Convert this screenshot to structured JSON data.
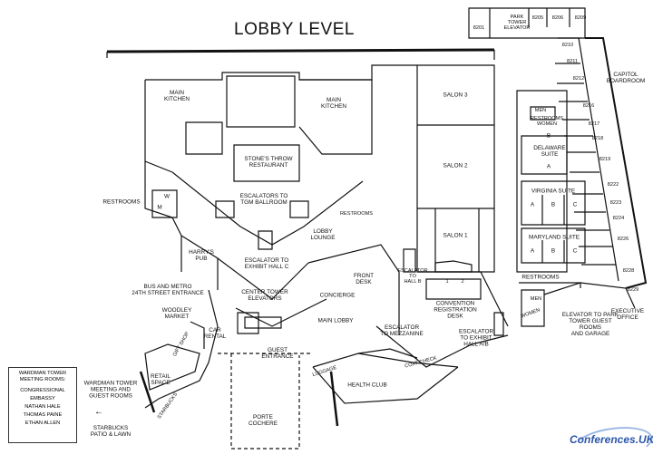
{
  "title": "LOBBY LEVEL",
  "rooms": {
    "r8201": "8201",
    "park_tower_elevator": "PARK\nTOWER\nELEVATOR",
    "r8205": "8205",
    "r8206": "8206",
    "r8209": "8209",
    "r8210": "8210",
    "r8211": "8211",
    "r8212": "8212",
    "capitol_boardroom": "CAPITOL\nBOARDROOM",
    "r8216": "8216",
    "r8217": "8217",
    "r8218": "8218",
    "r8219": "8219",
    "r8222": "8222",
    "r8223": "8223",
    "r8224": "8224",
    "r8226": "8226",
    "r8228": "8228",
    "r8229": "8229",
    "men_top": "MEN",
    "restrooms_women": "RESTROOMS\nWOMEN",
    "delaware_b": "B",
    "delaware": "DELAWARE\nSUITE",
    "delaware_a": "A",
    "virginia": "VIRGINIA SUITE",
    "virginia_a": "A",
    "virginia_b": "B",
    "virginia_c": "C",
    "maryland": "MARYLAND SUITE",
    "maryland_a": "A",
    "maryland_b": "B",
    "maryland_c": "C",
    "restrooms_right": "RESTROOMS",
    "men_bottom": "MEN",
    "women_bottom": "WOMEN",
    "executive_office": "EXECUTIVE\nOFFICE",
    "elevator_park": "ELEVATOR TO PARK\nTOWER GUEST ROOMS\nAND GARAGE",
    "salon3": "SALON 3",
    "salon2": "SALON 2",
    "salon1": "SALON 1",
    "main_kitchen_left": "MAIN\nKITCHEN",
    "main_kitchen_right": "MAIN\nKITCHEN",
    "stones_throw": "STONE'S THROW\nRESTAURANT",
    "escalators_tgm": "ESCALATORS TO\nTGM BALLROOM",
    "restrooms_left": "RESTROOMS",
    "w": "W",
    "m": "M",
    "restrooms_small": "RESTROOMS",
    "lobby_lounge": "LOBBY\nLOUNGE",
    "harrys_pub": "HARRY'S\nPUB",
    "escalator_exhibit_c": "ESCALATOR TO\nEXHIBIT HALL C",
    "front_desk": "FRONT\nDESK",
    "escalator_hall_b": "ESCALATOR\nTO\nHALL B",
    "convention_desk": "CONVENTION\nREGISTRATION\nDESK",
    "desk_1": "1",
    "desk_2": "2",
    "bus_metro": "BUS AND METRO\n24TH STREET ENTRANCE",
    "center_tower_elev": "CENTER TOWER\nELEVATORS",
    "concierge": "CONCIERGE",
    "woodley_market": "WOODLEY\nMARKET",
    "main_lobby": "MAIN LOBBY",
    "car_rental": "CAR\nRENTAL",
    "gift_shop": "GIFT SHOP",
    "escalator_mezzanine": "ESCALATOR\nTO MEZZANINE",
    "escalator_exhibit_ab": "ESCALATOR\nTO EXHIBIT\nHALL A/B",
    "guest_entrance": "GUEST\nENTRANCE",
    "luggage": "LUGGAGE",
    "coat_check": "COAT CHECK",
    "health_club": "HEALTH CLUB",
    "retail_space": "RETAIL\nSPACE",
    "starbucks": "STARBUCKS",
    "wardman_tower_meeting": "WARDMAN TOWER\nMEETING AND\nGUEST ROOMS",
    "starbucks_patio": "STARBUCKS\nPATIO & LAWN",
    "porte_cochere": "PORTE\nCOCHERE"
  },
  "legend": {
    "header": "WARDMAN TOWER\nMEETING ROOMS:",
    "items": [
      "CONGRESSIONAL",
      "EMBASSY",
      "NATHAN HALE",
      "THOMAS PAINE",
      "ETHAN ALLEN"
    ]
  },
  "logo": "Conferences.UK",
  "colors": {
    "ink": "#111111",
    "logo": "#2c56a8"
  }
}
